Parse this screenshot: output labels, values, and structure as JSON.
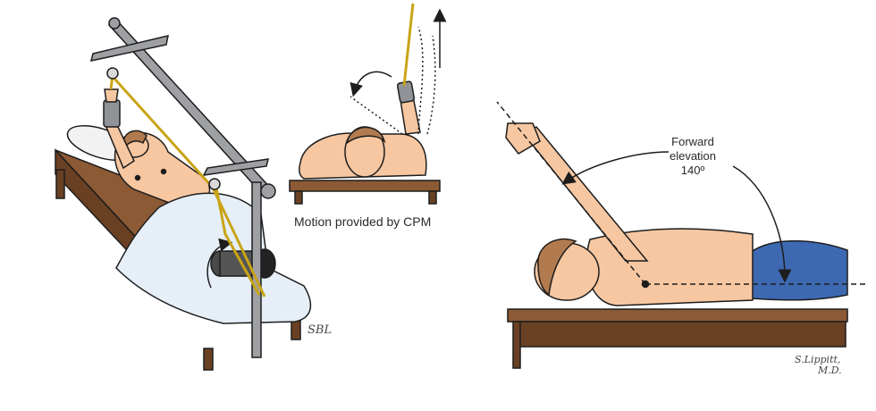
{
  "captions": {
    "cpm": "Motion provided by CPM",
    "forward_elevation": [
      "Forward",
      "elevation",
      "140º"
    ]
  },
  "signatures": {
    "left": "SBL",
    "right_line1": "S.Lippitt,",
    "right_line2": "M.D."
  },
  "colors": {
    "skin": "#f6c7a1",
    "skin_shade": "#e9a884",
    "hair": "#b27b4f",
    "bed_wood": "#8c5a34",
    "bed_dark": "#6a4023",
    "rope": "#f0d53a",
    "pole": "#9ea0a3",
    "sheet": "#e6eef8",
    "jeans": "#3d69b2",
    "outline": "#1d1d1d"
  }
}
